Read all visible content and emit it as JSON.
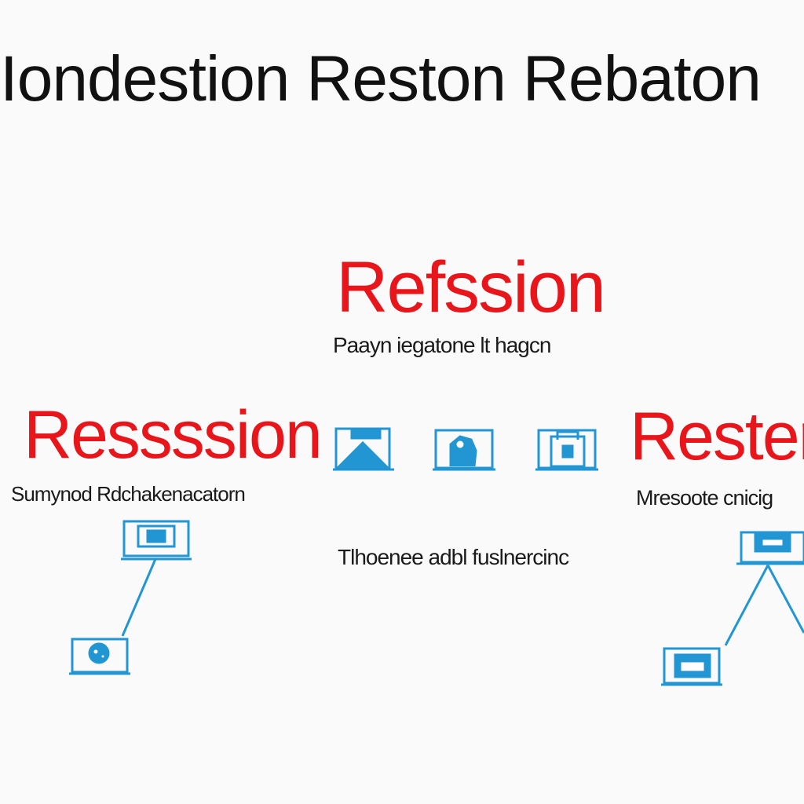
{
  "title": "Iondestion Reston Rebaton",
  "center": {
    "heading": "Refssion",
    "caption_top": "Paayn iegatone lt hagcn",
    "caption_bottom": "Tlhoenee adbl fuslnercinc",
    "icons": [
      "landscape-monitor-icon",
      "portrait-monitor-icon",
      "locked-monitor-icon"
    ]
  },
  "left": {
    "heading": "Ressssion",
    "caption": "Sumynod Rdchakenacatorn",
    "icons": [
      "server-monitor-icon",
      "globe-monitor-icon"
    ]
  },
  "right": {
    "heading": "Rester",
    "caption": "Mresoote cnicig",
    "icons": [
      "router-monitor-icon",
      "client-monitor-icon"
    ]
  },
  "colors": {
    "accent": "#e8151b",
    "icon": "#2196d3",
    "text": "#111111",
    "background": "#fafafa"
  }
}
